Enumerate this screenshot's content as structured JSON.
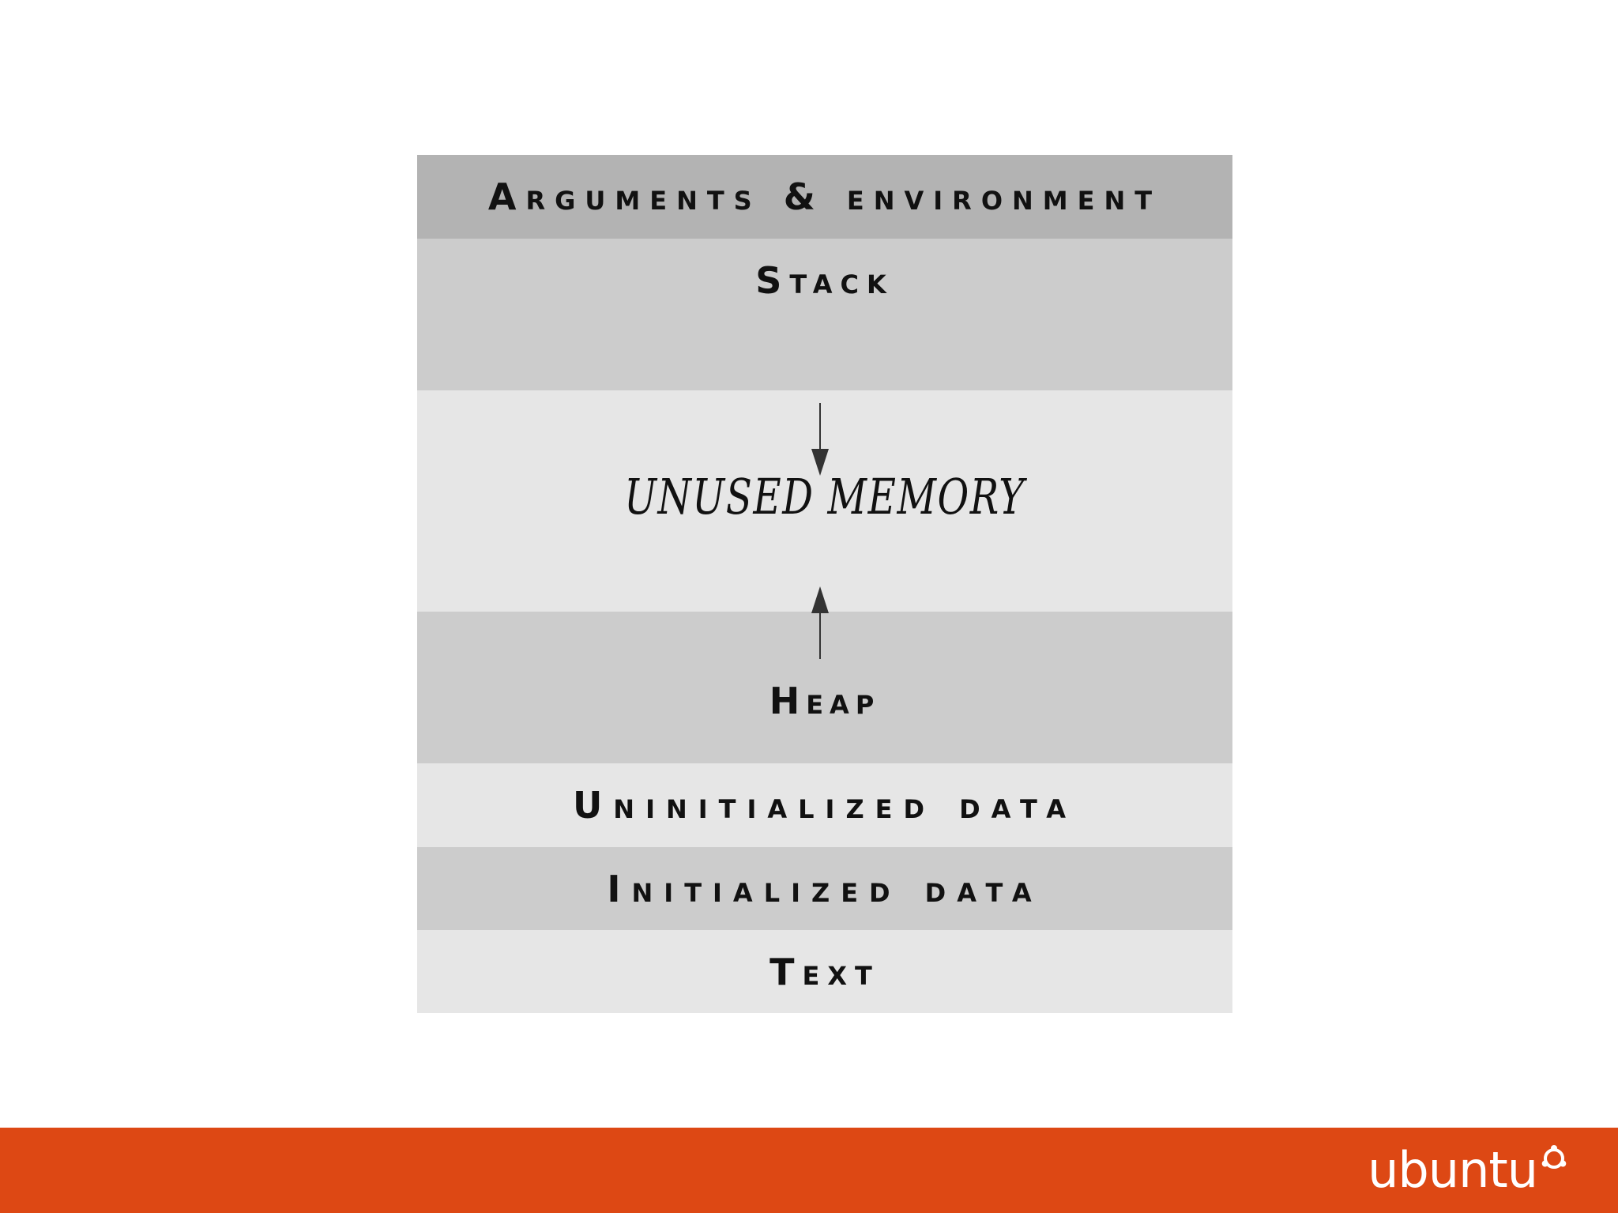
{
  "diagram": {
    "segments": [
      {
        "key": "args",
        "label": "Arguments & environment",
        "color": "#b3b3b3"
      },
      {
        "key": "stack",
        "label": "Stack",
        "color": "#cccccc"
      },
      {
        "key": "unused",
        "label": "UNUSED MEMORY",
        "color": "#e6e6e6"
      },
      {
        "key": "heap",
        "label": "Heap",
        "color": "#cccccc"
      },
      {
        "key": "uninit",
        "label": "Uninitialized data",
        "color": "#e6e6e6"
      },
      {
        "key": "init",
        "label": "Initialized data",
        "color": "#cccccc"
      },
      {
        "key": "text",
        "label": "Text",
        "color": "#e6e6e6"
      }
    ],
    "arrow_color": "#333333"
  },
  "footer": {
    "brand_color": "#dd4814",
    "logo_text": "ubuntu",
    "logo_icon": "ubuntu-circle-of-friends-icon"
  }
}
